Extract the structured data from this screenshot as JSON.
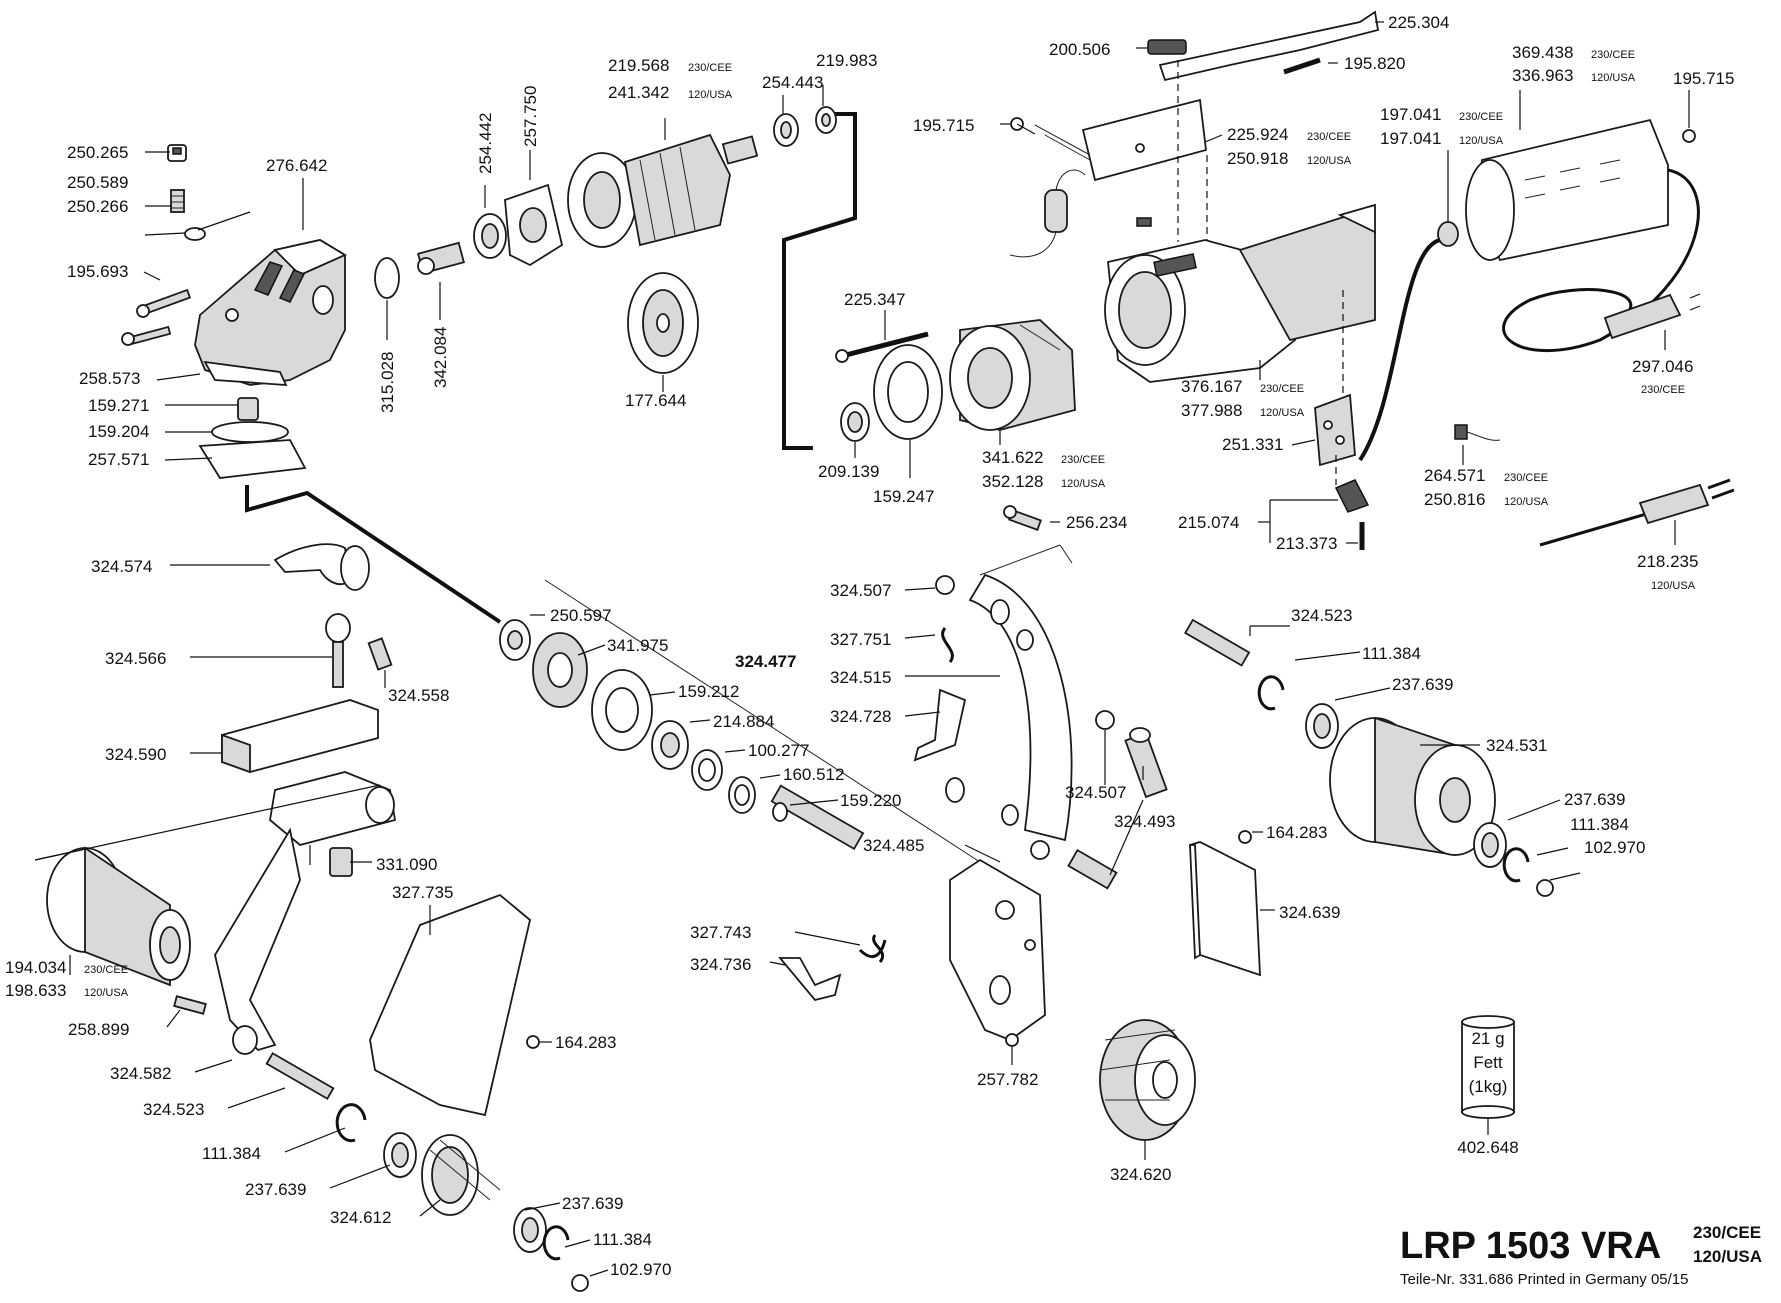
{
  "document": {
    "model": "LRP 1503 VRA",
    "voltage_1": "230/CEE",
    "voltage_2": "120/USA",
    "footer": "Teile-Nr. 331.686 Printed in Germany 05/15"
  },
  "grease": {
    "amount": "21 g",
    "name": "Fett",
    "pack": "(1kg)",
    "part": "402.648"
  },
  "labels": {
    "p250265": "250.265",
    "p250589": "250.589",
    "p250266": "250.266",
    "p276642": "276.642",
    "p195693": "195.693",
    "p258573": "258.573",
    "p159271": "159.271",
    "p159204": "159.204",
    "p257571": "257.571",
    "p315028": "315.028",
    "p342084": "342.084",
    "p254442": "254.442",
    "p257750": "257.750",
    "p219568": "219.568",
    "p241342": "241.342",
    "p254443": "254.443",
    "p219983": "219.983",
    "p177644": "177.644",
    "p225347": "225.347",
    "p209139": "209.139",
    "p159247": "159.247",
    "p341622": "341.622",
    "p352128": "352.128",
    "p195715a": "195.715",
    "p200506": "200.506",
    "p225304": "225.304",
    "p195820": "195.820",
    "p225924": "225.924",
    "p250918": "250.918",
    "p376167": "376.167",
    "p377988": "377.988",
    "p251331": "251.331",
    "p369438": "369.438",
    "p336963": "336.963",
    "p195715b": "195.715",
    "p197041a": "197.041",
    "p197041b": "197.041",
    "p297046": "297.046",
    "p264571": "264.571",
    "p250816": "250.816",
    "p215074": "215.074",
    "p213373": "213.373",
    "p218235": "218.235",
    "p256234": "256.234",
    "p324574": "324.574",
    "p324566": "324.566",
    "p324558": "324.558",
    "p324590": "324.590",
    "p250597": "250.597",
    "p341975": "341.975",
    "p324477": "324.477",
    "p159212": "159.212",
    "p214884": "214.884",
    "p100277": "100.277",
    "p160512": "160.512",
    "p159220": "159.220",
    "p324507a": "324.507",
    "p327751": "327.751",
    "p324515": "324.515",
    "p324728": "324.728",
    "p324507b": "324.507",
    "p324493": "324.493",
    "p324485": "324.485",
    "p324523a": "324.523",
    "p111384a": "111.384",
    "p237639a": "237.639",
    "p324531": "324.531",
    "p237639b": "237.639",
    "p111384b": "111.384",
    "p102970a": "102.970",
    "p164283a": "164.283",
    "p324639": "324.639",
    "p331090": "331.090",
    "p327735": "327.735",
    "p194034": "194.034",
    "p198633": "198.633",
    "p258899": "258.899",
    "p324582": "324.582",
    "p324523b": "324.523",
    "p111384c": "111.384",
    "p237639c": "237.639",
    "p324612": "324.612",
    "p237639d": "237.639",
    "p111384d": "111.384",
    "p102970b": "102.970",
    "p164283b": "164.283",
    "p327743": "327.743",
    "p324736": "324.736",
    "p257782": "257.782",
    "p324620": "324.620"
  },
  "variants": {
    "v230": "230/CEE",
    "v120": "120/USA"
  }
}
